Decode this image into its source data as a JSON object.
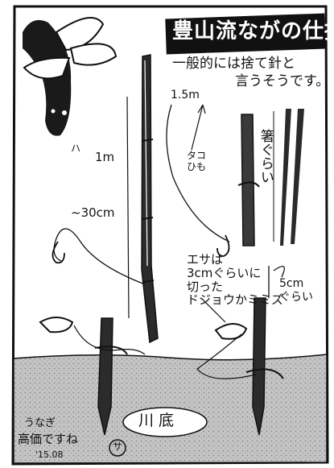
{
  "title": "豊山流ながの仕掛",
  "note": {
    "line1": "一般的には捨て針と",
    "line2": "言うそうです。"
  },
  "labels": {
    "string_length": "1.5m",
    "string_type": "タコ\nひも",
    "pole_length": "1m",
    "line_length": "~30cm",
    "chopsticks": "箸ぐらい",
    "bait": "エサは\n3cmぐらいに\n切った\nドジョウかミミズ",
    "depth": "5cm\nぐらい",
    "riverbed": "川底",
    "footer_line1": "うなぎ",
    "footer_line2": "高価ですね",
    "date": "'15.08",
    "signature": "サ",
    "fish_mark": "ハ"
  },
  "colors": {
    "ink": "#111111",
    "paper": "#ffffff",
    "ground": "#b9b9b9"
  }
}
